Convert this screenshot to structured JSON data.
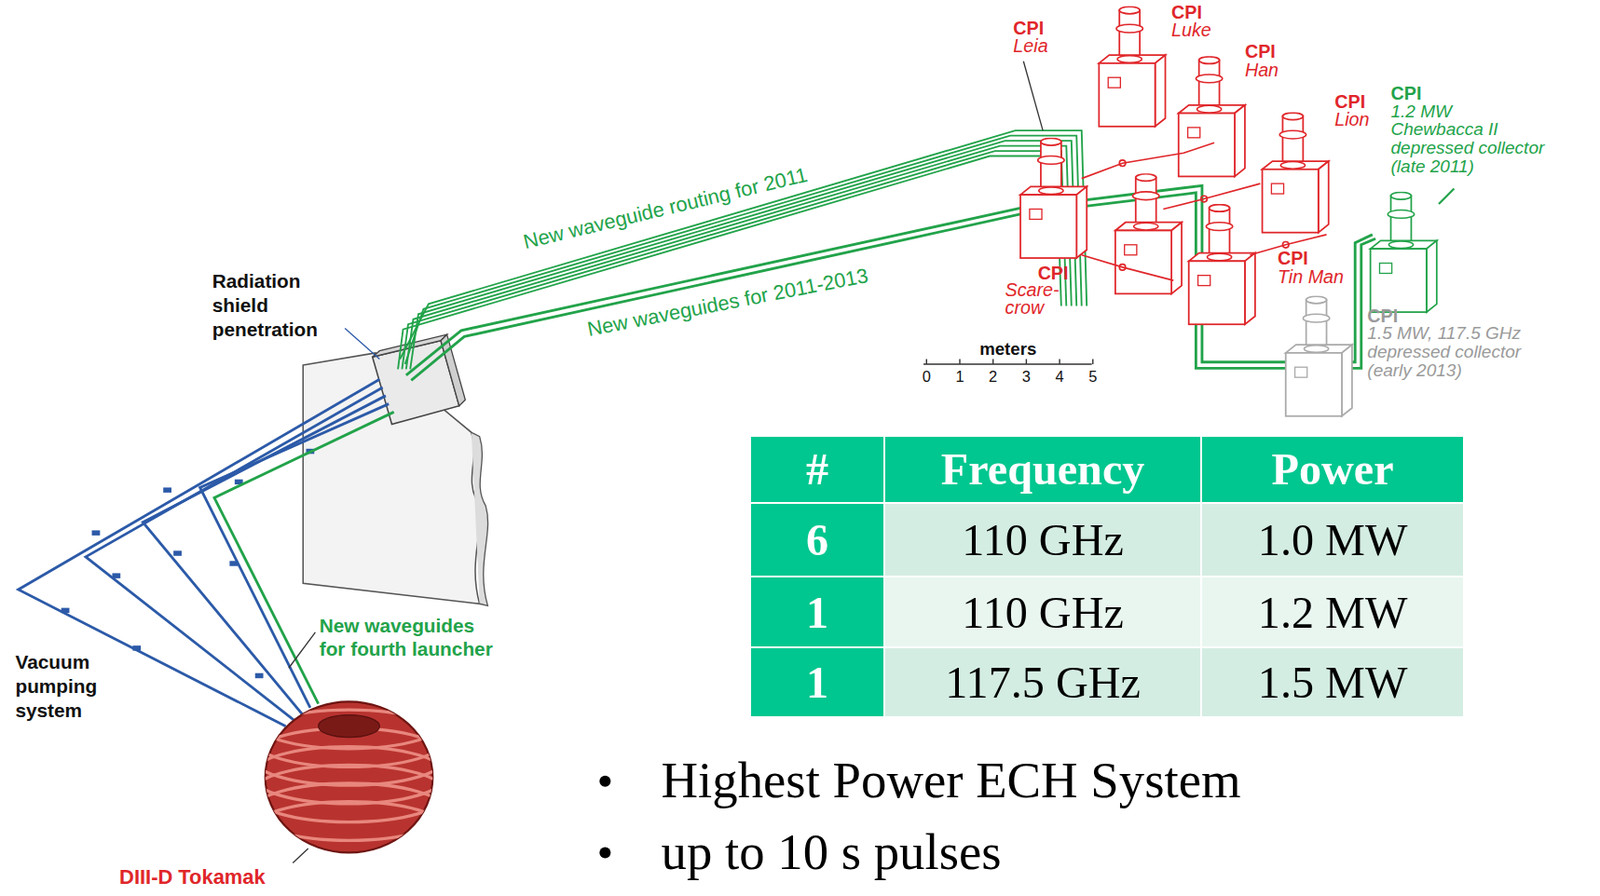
{
  "diagram": {
    "labels": [
      "Radiation shield penetration",
      "Vacuum pumping system",
      "New waveguides for fourth launcher",
      "DIII-D Tokamak",
      "New waveguide routing for 2011",
      "New waveguides for 2011-2013",
      "CPI",
      "Luke",
      "CPI",
      "Leia",
      "CPI",
      "Han",
      "CPI",
      "Lion",
      "CPI",
      "1.2 MW Chewbacca II depressed collector (late 2011)",
      "CPI",
      "Scare-crow",
      "CPI",
      "Tin Man",
      "CPI",
      "1.5 MW, 117.5 GHz depressed collector (early 2013)",
      "meters",
      "0",
      "1",
      "2",
      "3",
      "4",
      "5",
      "#",
      "Frequency",
      "Power",
      "6",
      "110 GHz",
      "1.0 MW",
      "1",
      "110 GHz",
      "1.2 MW",
      "1",
      "117.5 GHz",
      "1.5 MW",
      "Highest Power ECH System",
      "up to 10 s pulses"
    ]
  }
}
